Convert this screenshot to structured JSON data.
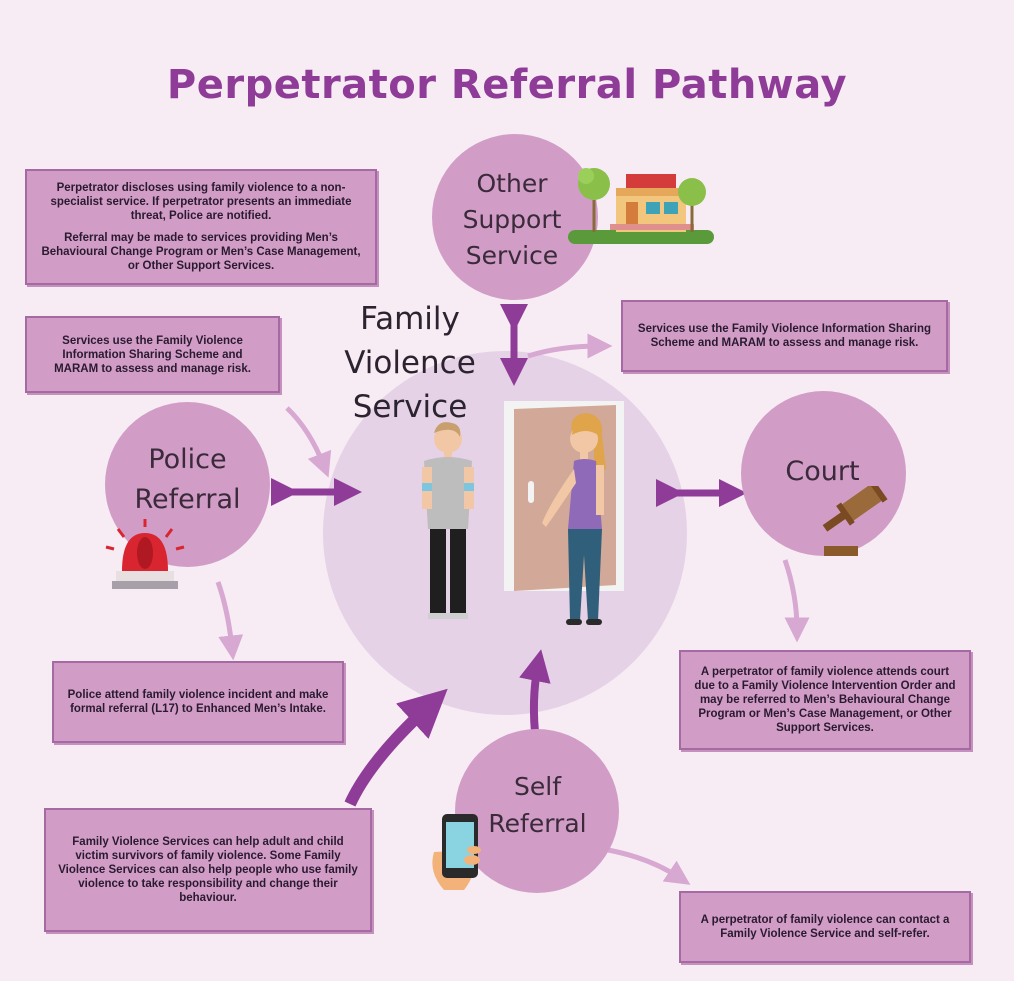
{
  "title": "Perpetrator Referral Pathway",
  "center": {
    "line1": "Family",
    "line2": "Violence",
    "line3": "Service"
  },
  "nodes": {
    "other_support": {
      "line1": "Other",
      "line2": "Support",
      "line3": "Service"
    },
    "police": {
      "line1": "Police",
      "line2": "Referral"
    },
    "court": {
      "label": "Court"
    },
    "self": {
      "line1": "Self",
      "line2": "Referral"
    }
  },
  "boxes": {
    "disclosure": {
      "p1": "Perpetrator discloses using family violence to a non-specialist service. If perpetrator presents an immediate threat, Police are notified.",
      "p2": "Referral may be made to services providing Men’s Behavioural Change Program or Men’s Case Management, or Other Support Services."
    },
    "info_sharing_left": "Services use the Family Violence Information Sharing Scheme and MARAM to assess and manage risk.",
    "info_sharing_right": "Services use the Family Violence Information Sharing Scheme and MARAM to assess and manage risk.",
    "police_attend": "Police attend family violence incident and make formal referral (L17) to Enhanced Men’s Intake.",
    "court_attend": "A perpetrator of family violence attends court due to a Family Violence Intervention Order and may be referred to Men’s Behavioural Change Program or Men’s Case Management, or Other Support Services.",
    "fvs_help": "Family Violence Services can help adult and child victim survivors of family violence. Some Family Violence Services can also help people who use family violence to take responsibility and change their behaviour.",
    "self_refer": "A perpetrator of family violence can contact a Family Violence Service and self-refer."
  },
  "colors": {
    "background": "#f7ecf4",
    "title": "#8e3c97",
    "circle": "#d19dc7",
    "center_circle": "#e6d2e6",
    "arrow_dark": "#8e3c97",
    "arrow_light": "#d7a8d2"
  }
}
